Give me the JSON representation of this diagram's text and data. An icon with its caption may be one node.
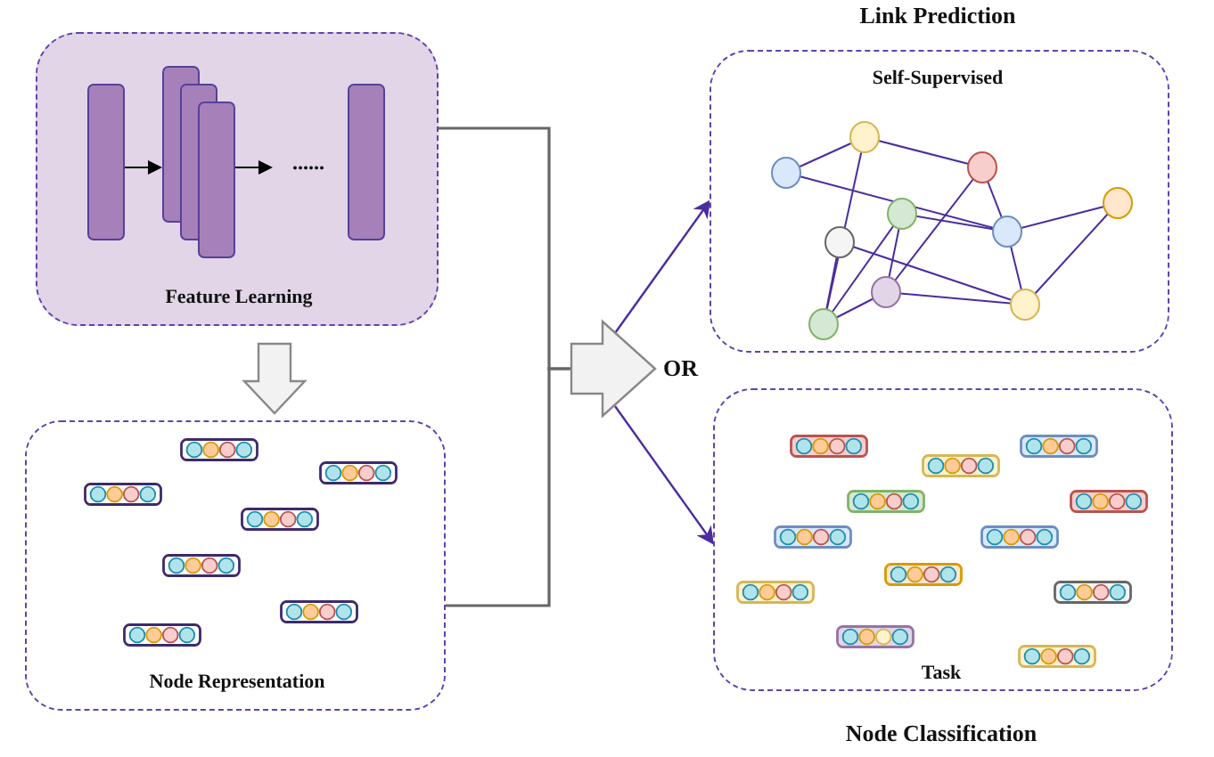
{
  "diagram": {
    "nodes": [
      {
        "text": [
          "Feature Learning"
        ]
      },
      {
        "text": [
          "Node Representation"
        ]
      },
      {
        "text": [
          "Link Prediction",
          "Self-Supervised"
        ]
      },
      {
        "text": [
          "Task",
          "Node Classification"
        ]
      },
      {
        "text": [],
        "shape": "arrow",
        "beside": [
          "OR"
        ]
      }
    ],
    "edges": [
      {
        "from": 0,
        "to": 1,
        "arrow": "to"
      },
      {
        "from": 0,
        "to": 4,
        "arrow": "none"
      },
      {
        "from": 1,
        "to": 4,
        "arrow": "none"
      },
      {
        "from": 4,
        "to": 2,
        "arrow": "to",
        "color": "#4b2c9f"
      },
      {
        "from": 4,
        "to": 3,
        "arrow": "to",
        "color": "#4b2c9f"
      }
    ],
    "labels": [
      "......"
    ]
  }
}
